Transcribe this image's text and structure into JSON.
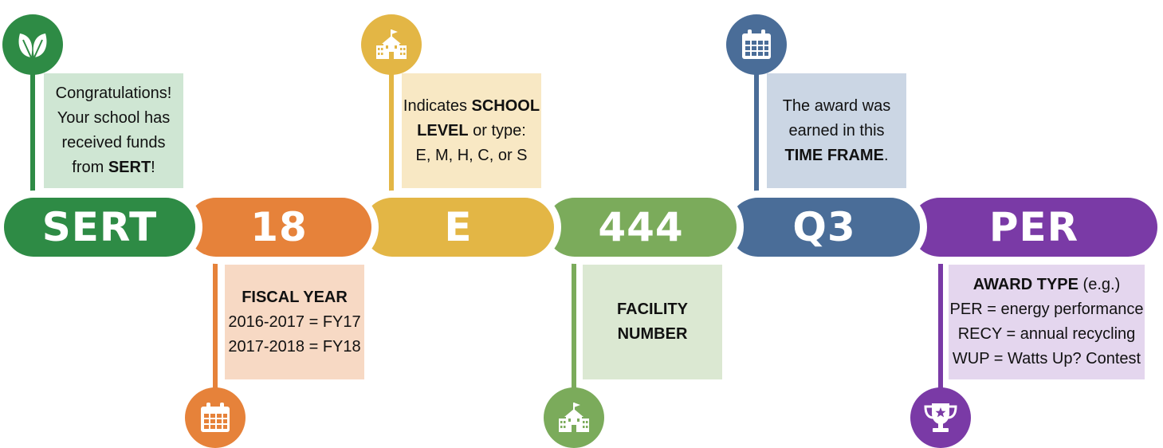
{
  "segments": [
    {
      "key": "sert",
      "label": "SERT",
      "color": "#2e8b45"
    },
    {
      "key": "fy",
      "label": "18",
      "color": "#e6823a"
    },
    {
      "key": "level",
      "label": "E",
      "color": "#e3b645"
    },
    {
      "key": "facility",
      "label": "444",
      "color": "#7bab5b"
    },
    {
      "key": "time",
      "label": "Q3",
      "color": "#4a6d98"
    },
    {
      "key": "award",
      "label": "PER",
      "color": "#7a3aa6"
    }
  ],
  "callouts": {
    "sert": {
      "lines": [
        "Congratulations!",
        "Your school has",
        "received funds",
        "from "
      ],
      "bold_tail": "SERT",
      "tail": "!",
      "bg": "#cfe6d3",
      "icon": "leaf-icon"
    },
    "fy": {
      "title": "FISCAL YEAR",
      "lines": [
        "2016-2017 = FY17",
        "2017-2018 = FY18"
      ],
      "bg": "#f7d9c4",
      "icon": "calendar-icon"
    },
    "level": {
      "line1_plain": "Indicates ",
      "line1_bold": "SCHOOL",
      "line2_bold": "LEVEL",
      "line2_plain": " or type:",
      "line3": "E, M, H, C, or S",
      "bg": "#f8e8c4",
      "icon": "school-icon"
    },
    "facility": {
      "title_lines": [
        "FACILITY",
        "NUMBER"
      ],
      "bg": "#dbe8d2",
      "icon": "school-icon"
    },
    "time": {
      "lines": [
        "The award was",
        "earned in this"
      ],
      "bold_tail": "TIME FRAME",
      "tail": ".",
      "bg": "#cbd6e4",
      "icon": "calendar-icon"
    },
    "award": {
      "title": "AWARD TYPE",
      "title_suffix": " (e.g.)",
      "lines": [
        "PER = energy performance",
        "RECY = annual recycling",
        "WUP = Watts Up? Contest"
      ],
      "bg": "#e4d6ee",
      "icon": "trophy-icon"
    }
  }
}
